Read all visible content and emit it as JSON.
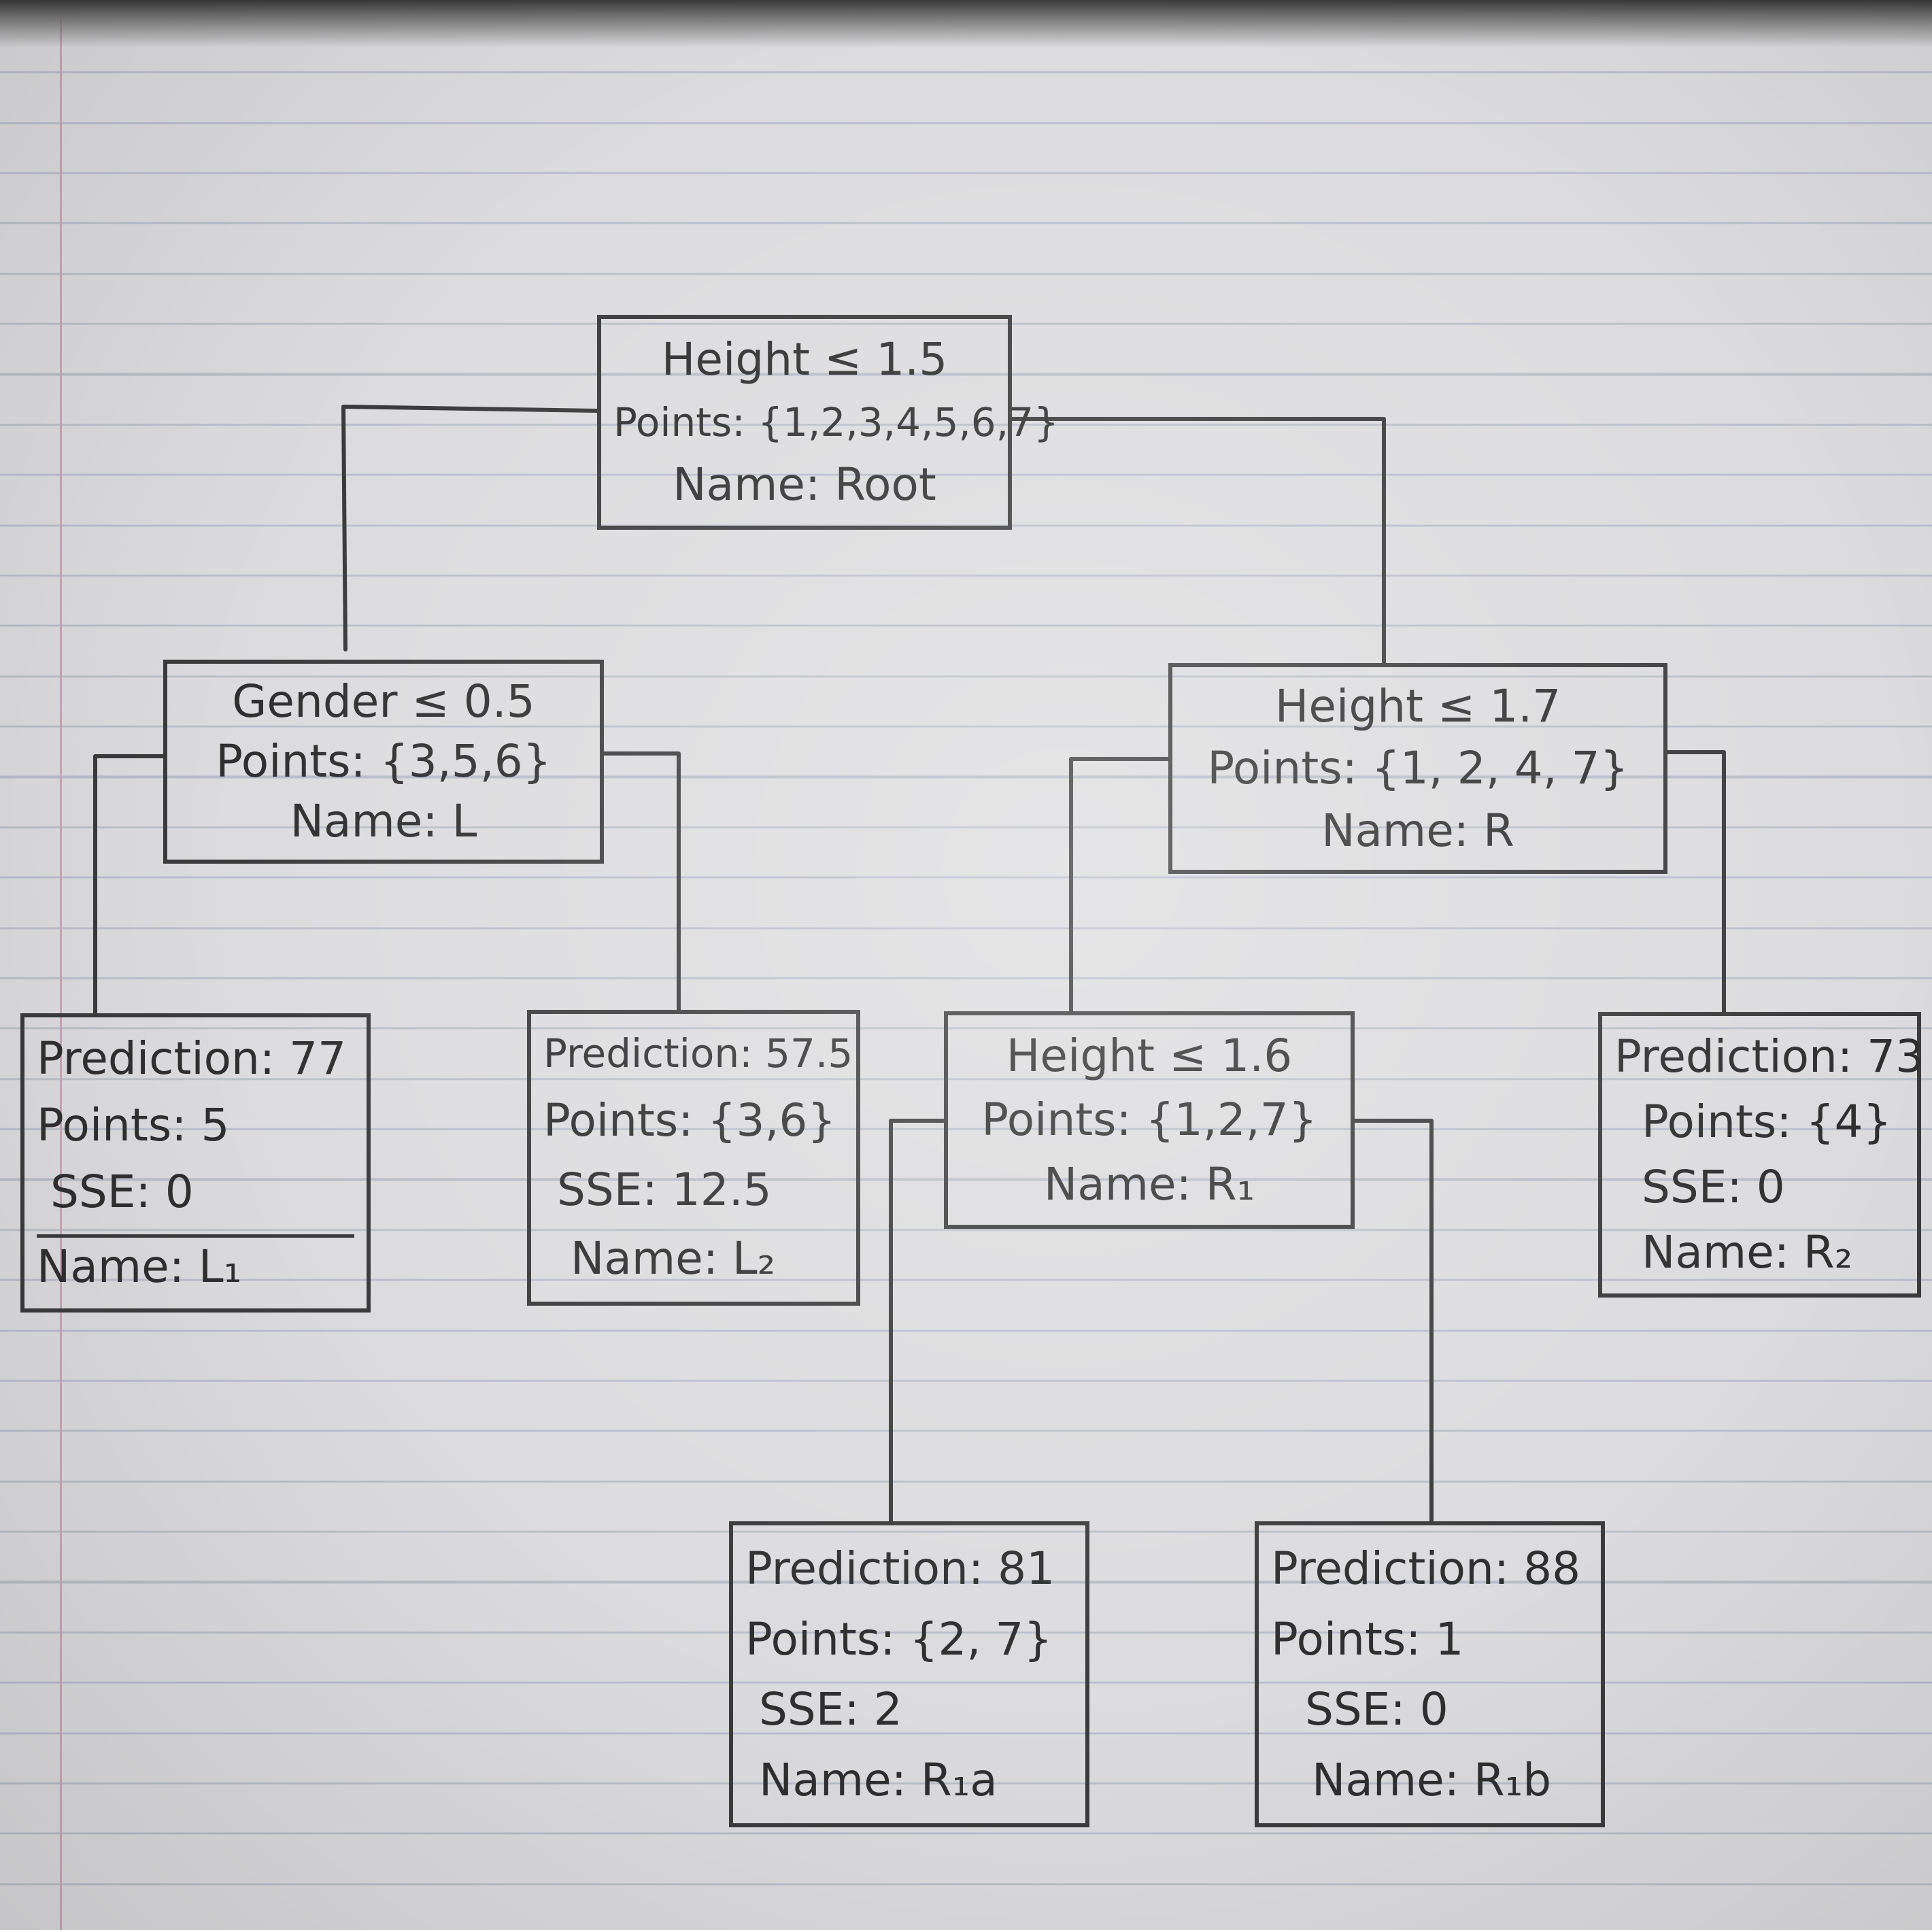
{
  "tree": {
    "root": {
      "lines": [
        "Height ≤ 1.5",
        "Points: {1,2,3,4,5,6,7}",
        "Name: Root"
      ]
    },
    "l": {
      "lines": [
        "Gender ≤ 0.5",
        "Points: {3,5,6}",
        "Name: L"
      ]
    },
    "r": {
      "lines": [
        "Height ≤ 1.7",
        "Points: {1, 2, 4, 7}",
        "Name: R"
      ]
    },
    "l1": {
      "lines": [
        "Prediction: 77",
        "Points: 5",
        "SSE: 0",
        "Name: L₁"
      ]
    },
    "l2": {
      "lines": [
        "Prediction: 57.5",
        "Points: {3,6}",
        "SSE: 12.5",
        "Name: L₂"
      ]
    },
    "r1": {
      "lines": [
        "Height ≤ 1.6",
        "Points: {1,2,7}",
        "Name: R₁"
      ]
    },
    "r2": {
      "lines": [
        "Prediction: 73",
        "Points: {4}",
        "SSE: 0",
        "Name: R₂"
      ]
    },
    "r1a": {
      "lines": [
        "Prediction: 81",
        "Points: {2, 7}",
        "SSE: 2",
        "Name: R₁a"
      ]
    },
    "r1b": {
      "lines": [
        "Prediction: 88",
        "Points: 1",
        "SSE: 0",
        "Name: R₁b"
      ]
    }
  },
  "colors": {
    "ink": "#3b3b3b",
    "paper": "#dcdcde",
    "rule": "#b9bdc9",
    "margin": "#c9a6b6"
  }
}
